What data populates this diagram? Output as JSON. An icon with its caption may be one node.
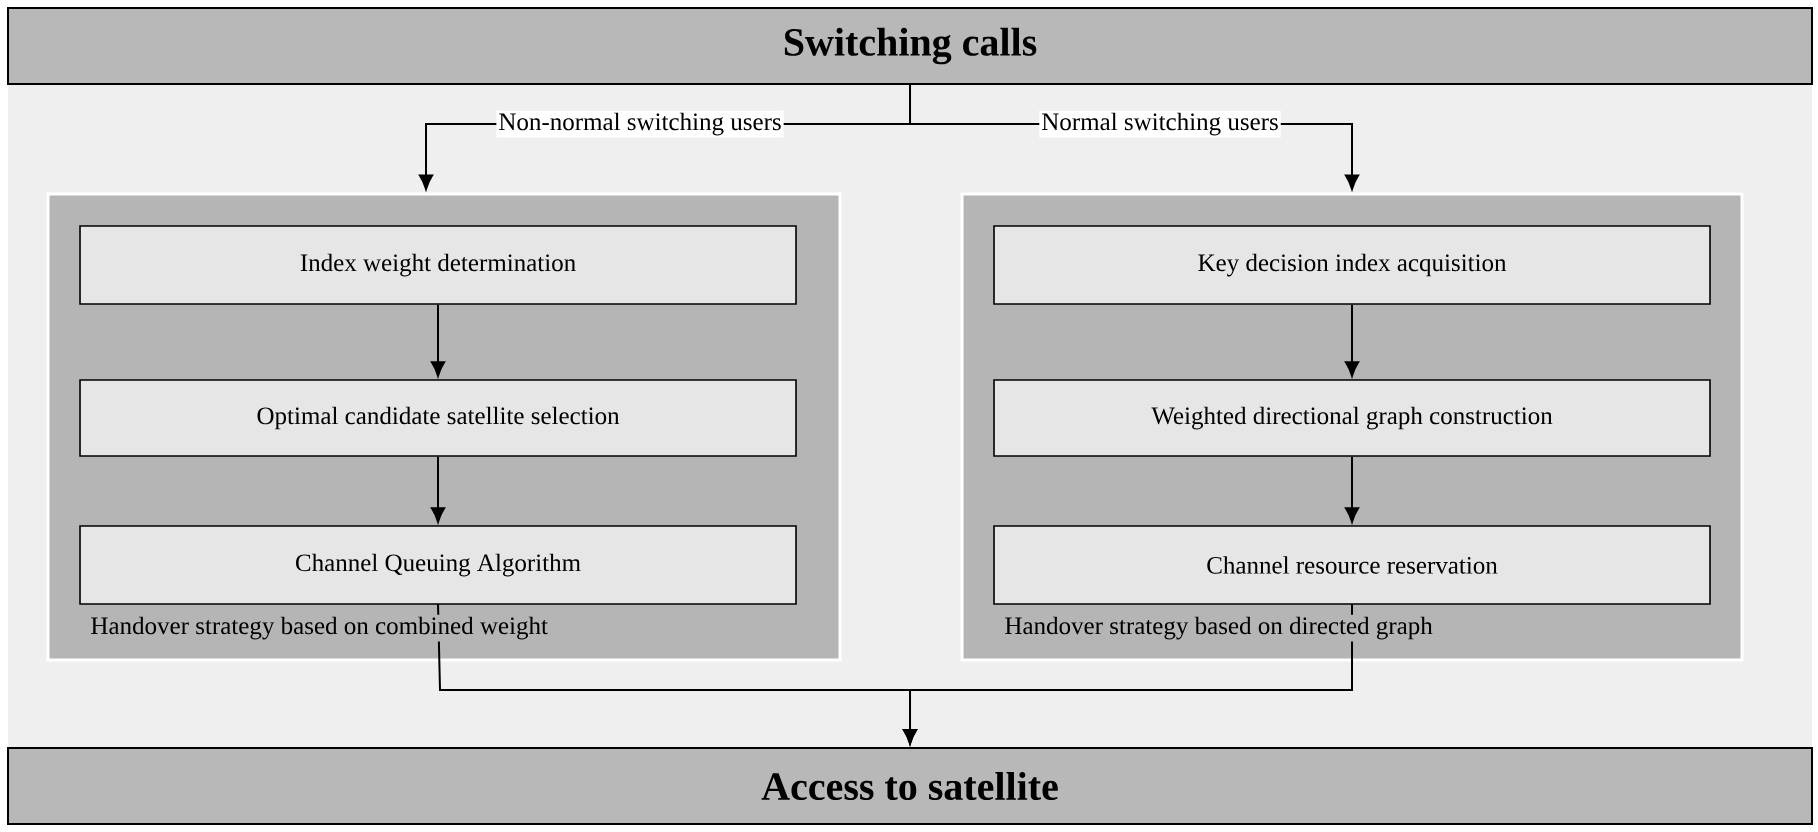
{
  "diagram": {
    "nodes": [
      {
        "text": [
          "Switching calls"
        ]
      },
      {
        "text": [
          "Handover strategy based on combined weight"
        ]
      },
      {
        "text": [
          "Index weight determination"
        ],
        "in": 1
      },
      {
        "text": [
          "Optimal candidate satellite selection"
        ],
        "in": 1
      },
      {
        "text": [
          "Channel Queuing Algorithm"
        ],
        "in": 1
      },
      {
        "text": [
          "Handover strategy based on directed graph"
        ]
      },
      {
        "text": [
          "Key decision index acquisition"
        ],
        "in": 5
      },
      {
        "text": [
          "Weighted  directional graph construction"
        ],
        "in": 5
      },
      {
        "text": [
          "Channel resource reservation"
        ],
        "in": 5
      },
      {
        "text": [
          "Access to satellite"
        ]
      }
    ],
    "edges": [
      {
        "from": 0,
        "to": 1,
        "arrow": "to",
        "label": "Non-normal switching users"
      },
      {
        "from": 0,
        "to": 5,
        "arrow": "to",
        "label": "Normal switching users"
      },
      {
        "from": 2,
        "to": 3,
        "arrow": "to"
      },
      {
        "from": 3,
        "to": 4,
        "arrow": "to"
      },
      {
        "from": 6,
        "to": 7,
        "arrow": "to"
      },
      {
        "from": 7,
        "to": 8,
        "arrow": "to"
      },
      {
        "from": 4,
        "to": 9,
        "arrow": "to"
      },
      {
        "from": 8,
        "to": 9,
        "arrow": "to"
      }
    ]
  }
}
